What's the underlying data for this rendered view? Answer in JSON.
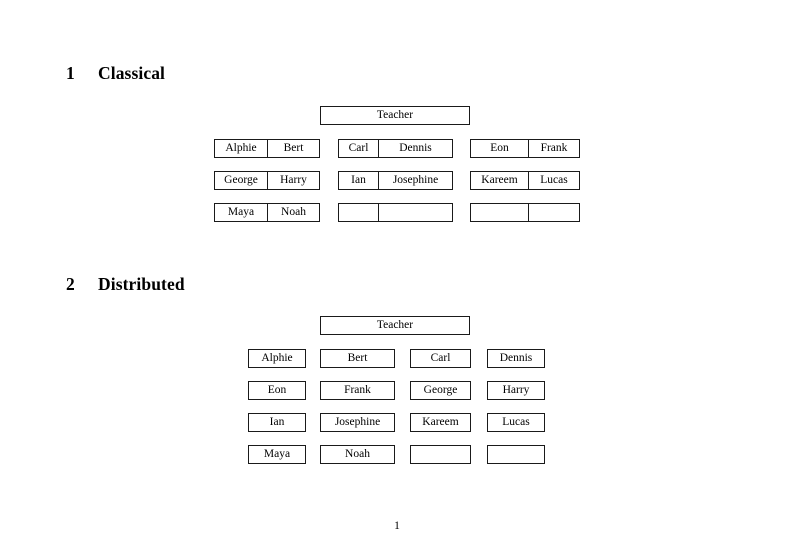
{
  "sections": [
    {
      "number": "1",
      "title": "Classical",
      "teacher_label": "Teacher",
      "layout": "paired",
      "groups": [
        {
          "name": "left",
          "rows": [
            {
              "cells": [
                "Alphie",
                "Bert"
              ]
            },
            {
              "cells": [
                "George",
                "Harry"
              ]
            },
            {
              "cells": [
                "Maya",
                "Noah"
              ]
            }
          ]
        },
        {
          "name": "middle",
          "rows": [
            {
              "cells": [
                "Carl",
                "Dennis"
              ]
            },
            {
              "cells": [
                "Ian",
                "Josephine"
              ]
            },
            {
              "cells": [
                "",
                ""
              ]
            }
          ]
        },
        {
          "name": "right",
          "rows": [
            {
              "cells": [
                "Eon",
                "Frank"
              ]
            },
            {
              "cells": [
                "Kareem",
                "Lucas"
              ]
            },
            {
              "cells": [
                "",
                ""
              ]
            }
          ]
        }
      ]
    },
    {
      "number": "2",
      "title": "Distributed",
      "teacher_label": "Teacher",
      "layout": "individual",
      "rows": [
        {
          "cells": [
            "Alphie",
            "Bert",
            "Carl",
            "Dennis"
          ]
        },
        {
          "cells": [
            "Eon",
            "Frank",
            "George",
            "Harry"
          ]
        },
        {
          "cells": [
            "Ian",
            "Josephine",
            "Kareem",
            "Lucas"
          ]
        },
        {
          "cells": [
            "Maya",
            "Noah",
            "",
            ""
          ]
        }
      ]
    }
  ],
  "footer": {
    "page_number": "1"
  },
  "colors": {
    "page_background": "#ffffff",
    "text": "#000000",
    "box_border": "#1a1a1a"
  }
}
